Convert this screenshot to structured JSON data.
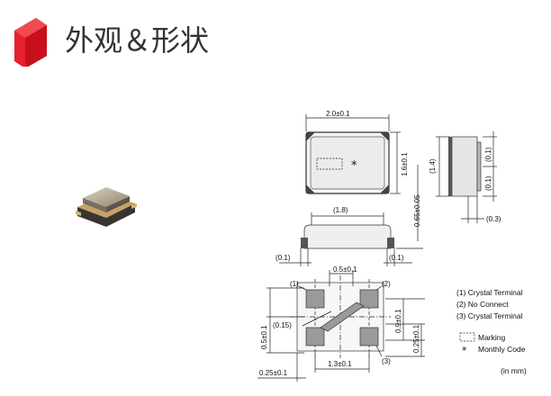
{
  "header": {
    "title": "外观＆形状",
    "accent_color": "#e5212c",
    "accent_icon": "red-cube-icon"
  },
  "photo": {
    "icon": "crystal-component-photo"
  },
  "top_view": {
    "width_dim": "2.0±0.1",
    "height_dim": "1.6±0.1",
    "marking_symbol": "*"
  },
  "side_view": {
    "height_dim": "(1.4)",
    "top_dim": "(0.1)",
    "bottom_dim": "(0.1)",
    "foot_dim": "(0.3)"
  },
  "front_view": {
    "top_dim": "(1.8)",
    "height_dim": "0.65±0.05",
    "left_dim": "(0.1)",
    "right_dim": "(0.1)"
  },
  "bottom_view": {
    "pin1": "(1)",
    "pin2": "(2)",
    "pin3": "(3)",
    "pitch_top": "0.5±0.1",
    "notch": "(0.15)",
    "vert_left": "0.5±0.1",
    "vert_right_a": "0.9±0.1",
    "vert_right_b": "0.25±0.1",
    "bottom_pitch": "1.3±0.1",
    "bottom_left": "0.25±0.1"
  },
  "legend": {
    "items": [
      "(1) Crystal Terminal",
      "(2) No Connect",
      "(3) Crystal Terminal"
    ],
    "marking_label": "Marking",
    "monthly_symbol": "*",
    "monthly_label": "Monthly Code",
    "units": "(in mm)"
  }
}
